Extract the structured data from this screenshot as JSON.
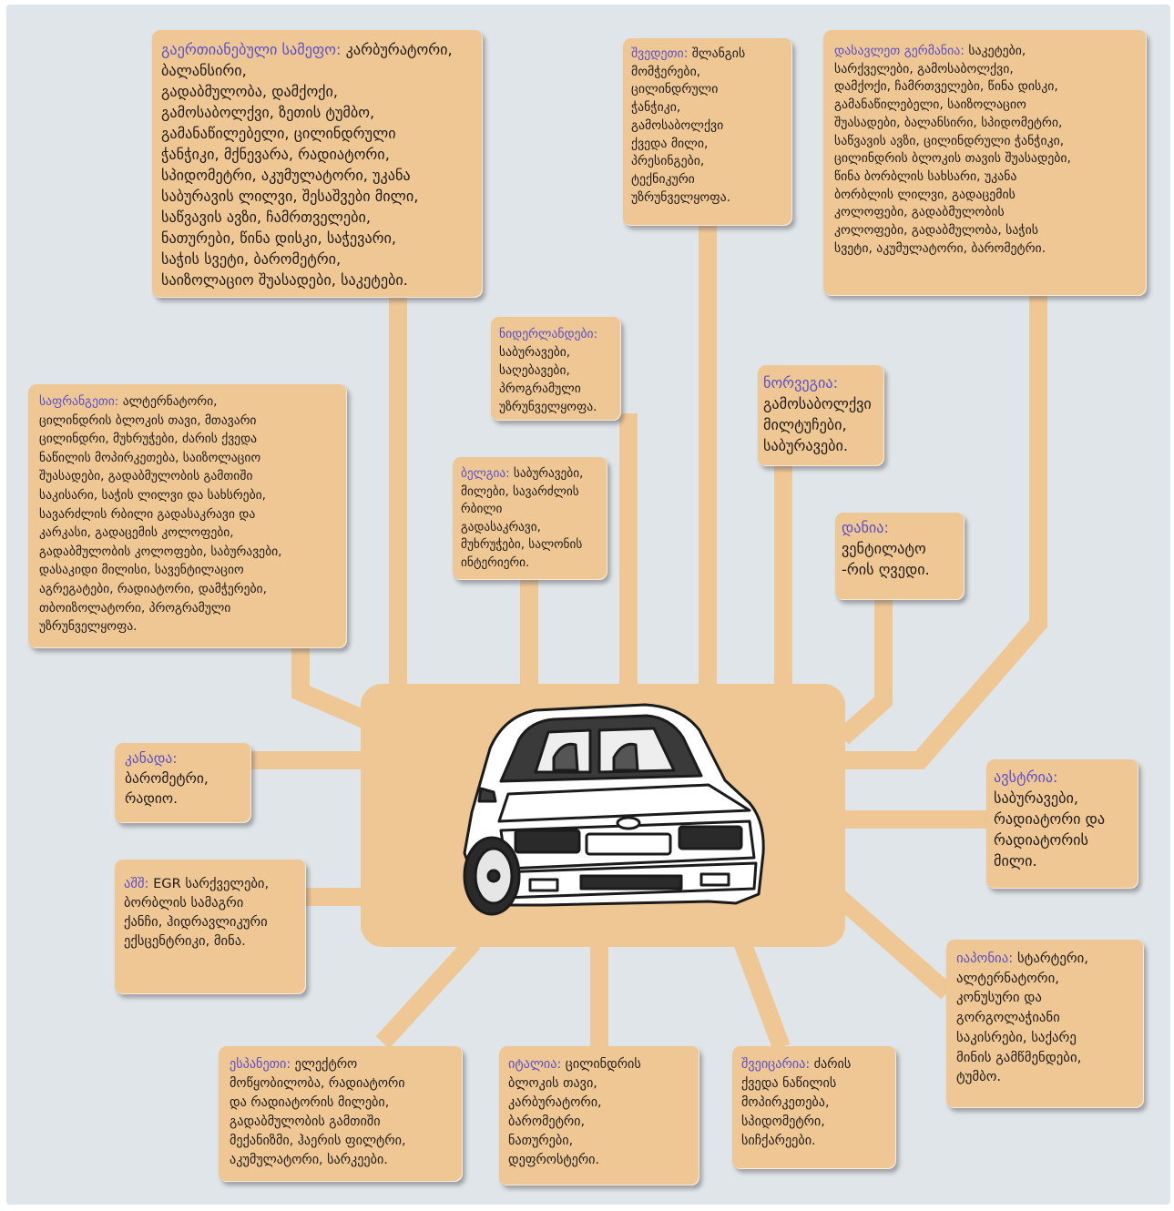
{
  "colors": {
    "background": "#dfe5e8",
    "box_fill": "#efc795",
    "country_label": "#5a4fc8",
    "text": "#1f1a17"
  },
  "boxes": {
    "uk": {
      "country": "გაერთიანებული სამეფო:",
      "parts": "კარბურატორი, ბალანსირი,\nგადაბმულობა, დამქოქი,\nგამოსაბოლქვი, ზეთის ტუმბო,\nგამანაწილებელი, ცილინდრული\nჭანჭიკი, მქნევარა, რადიატორი,\nსპიდომეტრი, აკუმულატორი, უკანა\nსაბურავის ლილვი, შესაშვები მილი,\nსაწვავის ავზი, ჩამრთველები,\nნათურები, წინა დისკი, საჭევარი,\nსაჭის სვეტი, ბარომეტრი,\nსაიზოლაციო შუასადები, საკეტები."
    },
    "sweden": {
      "country": "შვედეთი:",
      "parts": "შლანგის\nმომჭერები,\nცილინდრული\nჭანჭიკი,\nგამოსაბოლქვი\nქვედა მილი,\nპრესინგები,\nტექნიკური\nუზრუნველყოფა."
    },
    "west_germany": {
      "country": "დასავლეთ გერმანია:",
      "parts": "საკეტები,\nსარქველები, გამოსაბოლქვი,\nდამქოქი, ჩამრთველები, წინა დისკი,\nგამანაწილებელი, საიზოლაციო\nშუასადები, ბალანსირი, სპიდომეტრი,\nსაწვავის ავზი, ცილინდრული ჭანჭიკი,\nცილინდრის ბლოკის თავის შუასადები,\nწინა ბორბლის სახსარი, უკანა\nბორბლის ლილვი, გადაცემის\nკოლოფები, გადაბმულობის\nკოლოფები, გადაბმულობა, საჭის\nსვეტი, აკუმულატორი, ბარომეტრი."
    },
    "netherlands": {
      "country": "ნიდერლანდები:",
      "parts": "საბურავები,\nსაღებავები,\nპროგრამული\nუზრუნველყოფა."
    },
    "norway": {
      "country": "ნორვეგია:",
      "parts": "გამოსაბოლქვი\nმილტუჩები,\nსაბურავები."
    },
    "belgium": {
      "country": "ბელგია:",
      "parts": "საბურავები,\nმილები, სავარძლის\nრბილი\nგადასაკრავი,\nმუხრუჭები, სალონის\nინტერიერი."
    },
    "denmark": {
      "country": "დანია:",
      "parts": "ვენტილატო\n-რის ღვედი."
    },
    "france": {
      "country": "საფრანგეთი:",
      "parts": "ალტერნატორი,\nცილინდრის ბლოკის თავი, მთავარი\nცილინდრი,  მუხრუჭები, ძარის ქვედა\nნაწილის მოპირკეთება, საიზოლაციო\nშუასადები, გადაბმულობის გამთიში\nსაკისარი, საჭის ლილვი და სახსრები,\nსავარძლის რბილი გადასაკრავი და\nკარკასი, გადაცემის კოლოფები,\nგადაბმულობის კოლოფები, საბურავები,\nდასაკიდი მილისი, სავენტილაციო\nაგრეგატები, რადიატორი, დამჭერები,\nთბოიზოლატორი, პროგრამული\nუზრუნველყოფა."
    },
    "canada": {
      "country": "კანადა:",
      "parts": "ბარომეტრი,\nრადიო."
    },
    "usa": {
      "country": "აშშ:",
      "parts": "EGR სარქველები,\nბორბლის სამაგრი\nქანჩი, ჰიდრავლიკური\nექსცენტრიკი, მინა."
    },
    "austria": {
      "country": "ავსტრია:",
      "parts": "საბურავები,\nრადიატორი და\nრადიატორის\nმილი."
    },
    "japan": {
      "country": "იაპონია:",
      "parts": "სტარტერი,\nალტერნატორი,\nკონუსური და\nგორგოლაჭიანი\nსაკისრები, საქარე\nმინის გამწმენდები,\nტუმბო."
    },
    "spain": {
      "country": "ესპანეთი:",
      "parts": "ელექტრო\nმოწყობილობა, რადიატორი\nდა რადიატორის მილები,\nგადაბმულობის გამთიში\nმექანიზმი, ჰაერის ფილტრი,\nაკუმულატორი, სარკეები."
    },
    "italy": {
      "country": "იტალია:",
      "parts": "ცილინდრის\nბლოკის თავი,\nკარბურატორი,\nბარომეტრი,\nნათურები,\nდეფროსტერი."
    },
    "switzerland": {
      "country": "შვეიცარია:",
      "parts": "ძარის\nქვედა ნაწილის\nმოპირკეთება,\nსპიდომეტრი,\nსიჩქარეები."
    }
  }
}
